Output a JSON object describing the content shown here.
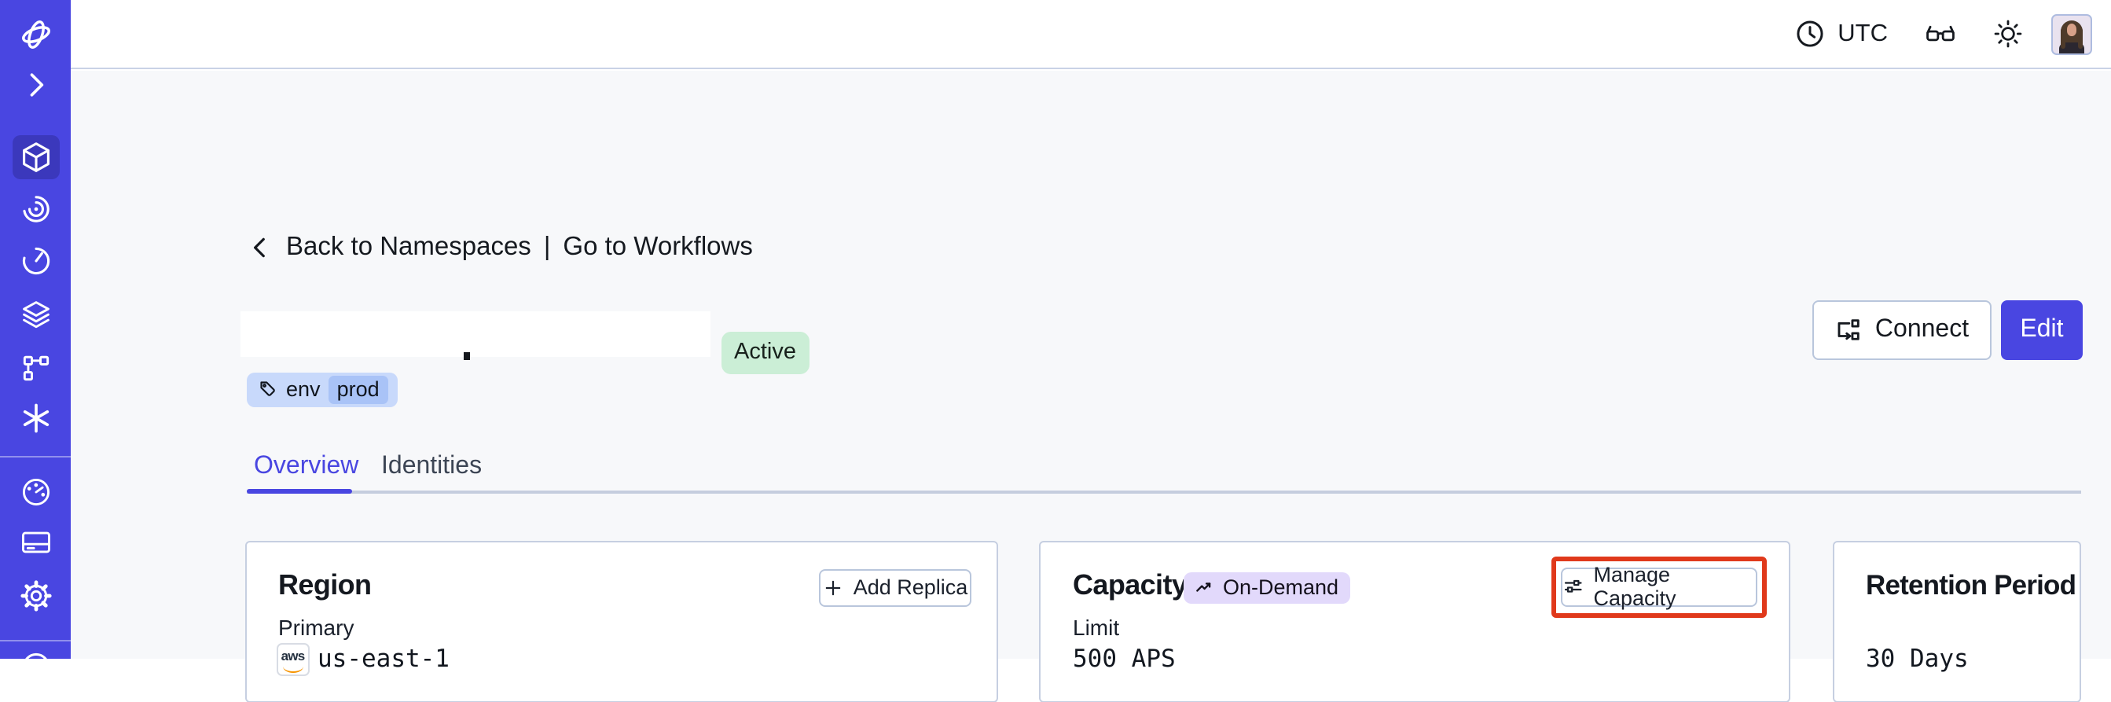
{
  "topbar": {
    "timezone_label": "UTC",
    "icons": [
      "clock-icon",
      "glasses-icon",
      "sun-icon"
    ],
    "avatar": "user-avatar-photo"
  },
  "sidebar": {
    "items": [
      {
        "name": "temporal-logo"
      },
      {
        "name": "expand-sidebar"
      },
      {
        "name": "namespaces",
        "active": true
      },
      {
        "name": "workflows-spiral"
      },
      {
        "name": "schedules-history"
      },
      {
        "name": "deployments-layers"
      },
      {
        "name": "batch-flow-branch"
      },
      {
        "name": "nexus-asterisk"
      },
      {
        "name": "usage-gauge"
      },
      {
        "name": "billing-card"
      },
      {
        "name": "settings-gear"
      },
      {
        "name": "partial-bottom-circle"
      }
    ]
  },
  "breadcrumb": {
    "back_label": "Back to Namespaces",
    "separator": "|",
    "forward_label": "Go to Workflows"
  },
  "header": {
    "namespace_name_redacted": "",
    "status_badge": "Active",
    "tag_key": "env",
    "tag_value": "prod",
    "connect_label": "Connect",
    "edit_label": "Edit"
  },
  "tabs": {
    "items": [
      {
        "label": "Overview",
        "active": true
      },
      {
        "label": "Identities",
        "active": false
      }
    ]
  },
  "cards": {
    "region": {
      "title": "Region",
      "action_label": "Add Replica",
      "field_label": "Primary",
      "provider": "aws",
      "value": "us-east-1"
    },
    "capacity": {
      "title": "Capacity",
      "badge_label": "On-Demand",
      "action_label": "Manage Capacity",
      "action_highlighted": true,
      "field_label": "Limit",
      "value": "500 APS"
    },
    "retention": {
      "title": "Retention Period",
      "value": "30 Days"
    }
  },
  "colors": {
    "accent": "#4946E1",
    "accent_dark": "#3B38BC",
    "page_bg": "#F7F8FA",
    "topbar_border": "#C9D2E6",
    "card_border": "#C6CFE1",
    "button_border": "#B9C6DC",
    "badge_green_bg": "#CBEED6",
    "badge_green_text": "#17201B",
    "tag_bg": "#C8D9FB",
    "tag_chip_bg": "#A9C3F7",
    "badge_purple_bg": "#E2D9FB",
    "highlight_red": "#E0391B",
    "text_primary": "#15191F",
    "text_secondary": "#3C4554",
    "aws_orange": "#F79400"
  }
}
